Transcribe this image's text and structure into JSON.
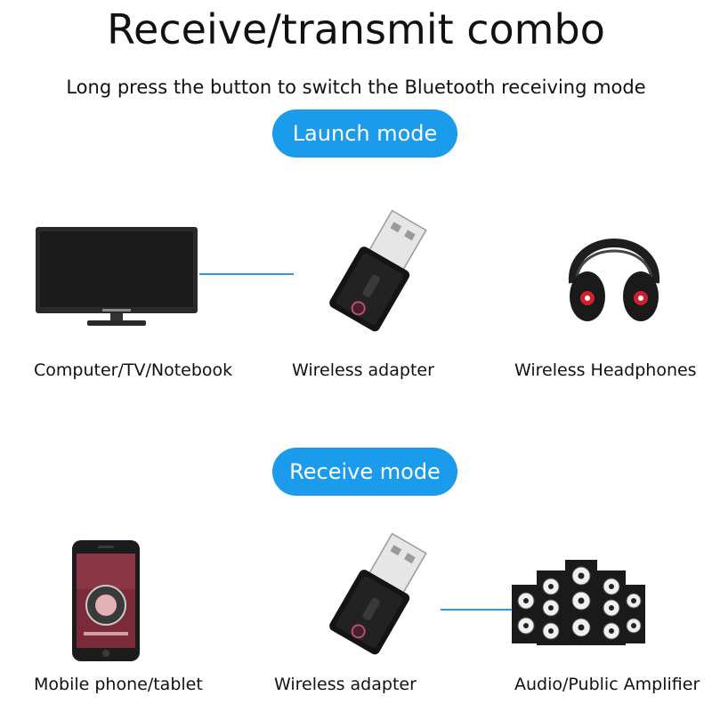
{
  "header": {
    "title": "Receive/transmit combo",
    "subtitle": "Long press the button to switch the Bluetooth receiving mode"
  },
  "launch_mode": {
    "label": "Launch mode",
    "devices": [
      {
        "caption": "Computer/TV/Notebook",
        "icon": "tv-monitor-icon"
      },
      {
        "caption": "Wireless adapter",
        "icon": "usb-bluetooth-adapter-icon"
      },
      {
        "caption": "Wireless Headphones",
        "icon": "headphones-icon"
      }
    ]
  },
  "receive_mode": {
    "label": "Receive mode",
    "devices": [
      {
        "caption": "Mobile phone/tablet",
        "icon": "smartphone-icon"
      },
      {
        "caption": "Wireless adapter",
        "icon": "usb-bluetooth-adapter-icon"
      },
      {
        "caption": "Audio/Public Amplifier",
        "icon": "speaker-stack-icon"
      }
    ]
  },
  "colors": {
    "accent": "#1a9bec",
    "connector": "#2b9ad6",
    "text": "#111111"
  }
}
